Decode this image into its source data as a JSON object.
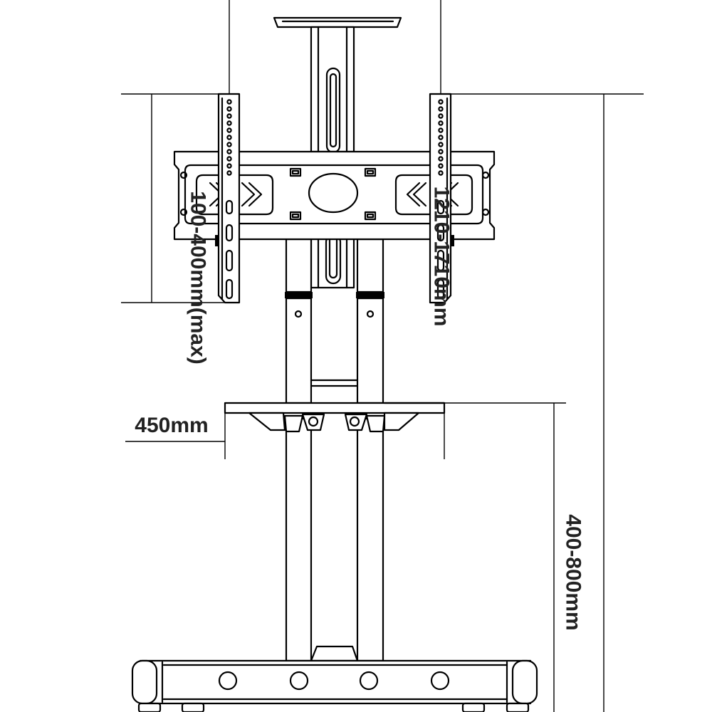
{
  "dimensions": {
    "vesa_pattern_label": "100-400mm(max)",
    "shelf_width_label": "450mm",
    "total_height_label": "1210-1710mm",
    "shelf_height_label": "400-800mm"
  },
  "colors": {
    "line": "#000000",
    "text": "#222222",
    "background": "#ffffff"
  }
}
